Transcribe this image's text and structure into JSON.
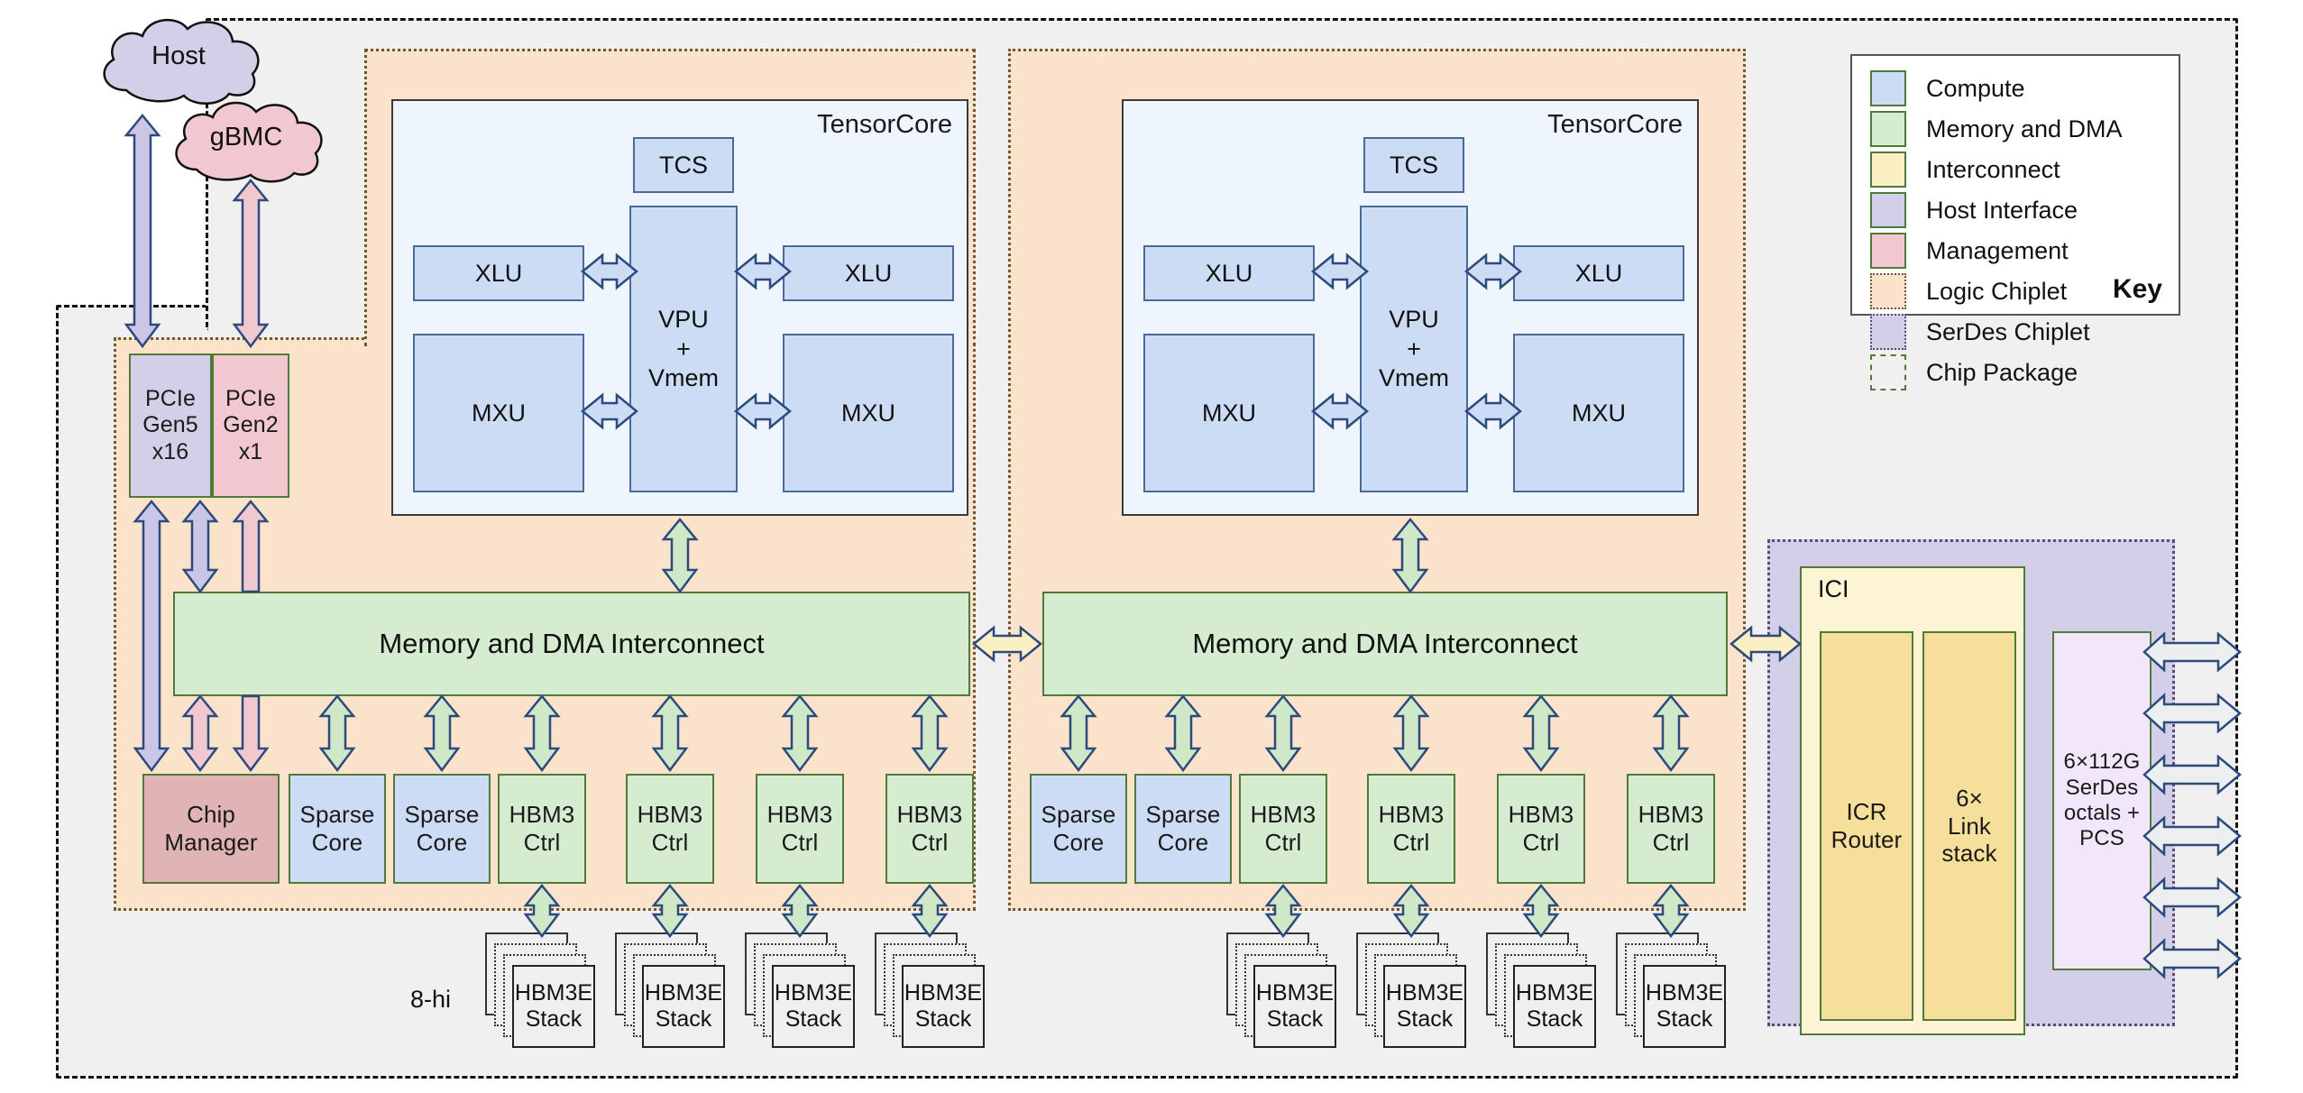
{
  "diagram": {
    "title": "TPU chip package block diagram",
    "external_nodes": [
      {
        "id": "host",
        "label": "Host",
        "color": "#d4cfe8"
      },
      {
        "id": "gbmc",
        "label": "gBMC",
        "color": "#f2c8d0"
      }
    ],
    "host_interface": [
      {
        "id": "pcie5",
        "label": "PCIe\nGen5\nx16",
        "lines": [
          "PCIe",
          "Gen5",
          "x16"
        ],
        "category": "Host Interface"
      },
      {
        "id": "pcie2",
        "label": "PCIe\nGen2\nx1",
        "lines": [
          "PCIe",
          "Gen2",
          "x1"
        ],
        "category": "Management"
      }
    ],
    "tensorcores": [
      {
        "id": "tc0",
        "label": "TensorCore",
        "units": {
          "tcs": "TCS",
          "vpu": [
            "VPU",
            "+",
            "Vmem"
          ],
          "xlu_left": "XLU",
          "xlu_right": "XLU",
          "mxu_left": "MXU",
          "mxu_right": "MXU"
        }
      },
      {
        "id": "tc1",
        "label": "TensorCore",
        "units": {
          "tcs": "TCS",
          "vpu": [
            "VPU",
            "+",
            "Vmem"
          ],
          "xlu_left": "XLU",
          "xlu_right": "XLU",
          "mxu_left": "MXU",
          "mxu_right": "MXU"
        }
      }
    ],
    "interconnect_bars": [
      {
        "id": "mdi0",
        "label": "Memory and DMA Interconnect"
      },
      {
        "id": "mdi1",
        "label": "Memory and DMA Interconnect"
      }
    ],
    "chiplet0_bottom": [
      {
        "id": "chipmgr",
        "lines": [
          "Chip",
          "Manager"
        ],
        "category": "Management"
      },
      {
        "id": "sc0",
        "lines": [
          "Sparse",
          "Core"
        ],
        "category": "Compute"
      },
      {
        "id": "sc1",
        "lines": [
          "Sparse",
          "Core"
        ],
        "category": "Compute"
      },
      {
        "id": "hbmc0",
        "lines": [
          "HBM3",
          "Ctrl"
        ],
        "category": "Memory and DMA"
      },
      {
        "id": "hbmc1",
        "lines": [
          "HBM3",
          "Ctrl"
        ],
        "category": "Memory and DMA"
      },
      {
        "id": "hbmc2",
        "lines": [
          "HBM3",
          "Ctrl"
        ],
        "category": "Memory and DMA"
      },
      {
        "id": "hbmc3",
        "lines": [
          "HBM3",
          "Ctrl"
        ],
        "category": "Memory and DMA"
      }
    ],
    "chiplet1_bottom": [
      {
        "id": "sc2",
        "lines": [
          "Sparse",
          "Core"
        ],
        "category": "Compute"
      },
      {
        "id": "sc3",
        "lines": [
          "Sparse",
          "Core"
        ],
        "category": "Compute"
      },
      {
        "id": "hbmc4",
        "lines": [
          "HBM3",
          "Ctrl"
        ],
        "category": "Memory and DMA"
      },
      {
        "id": "hbmc5",
        "lines": [
          "HBM3",
          "Ctrl"
        ],
        "category": "Memory and DMA"
      },
      {
        "id": "hbmc6",
        "lines": [
          "HBM3",
          "Ctrl"
        ],
        "category": "Memory and DMA"
      },
      {
        "id": "hbmc7",
        "lines": [
          "HBM3",
          "Ctrl"
        ],
        "category": "Memory and DMA"
      }
    ],
    "hbm_stacks": [
      {
        "id": "st0",
        "lines": [
          "HBM3E",
          "Stack"
        ]
      },
      {
        "id": "st1",
        "lines": [
          "HBM3E",
          "Stack"
        ]
      },
      {
        "id": "st2",
        "lines": [
          "HBM3E",
          "Stack"
        ]
      },
      {
        "id": "st3",
        "lines": [
          "HBM3E",
          "Stack"
        ]
      },
      {
        "id": "st4",
        "lines": [
          "HBM3E",
          "Stack"
        ]
      },
      {
        "id": "st5",
        "lines": [
          "HBM3E",
          "Stack"
        ]
      },
      {
        "id": "st6",
        "lines": [
          "HBM3E",
          "Stack"
        ]
      },
      {
        "id": "st7",
        "lines": [
          "HBM3E",
          "Stack"
        ]
      }
    ],
    "stack_height_label": "8-hi",
    "ici": {
      "group_label": "ICI",
      "blocks": [
        {
          "id": "icr",
          "lines": [
            "ICR",
            "Router"
          ]
        },
        {
          "id": "linkstack",
          "lines": [
            "6×",
            "Link",
            "stack"
          ]
        }
      ],
      "serdes": {
        "id": "serdes",
        "lines": [
          "6×112G",
          "SerDes",
          "octals +",
          "PCS"
        ]
      },
      "external_link_count": 6
    },
    "key": {
      "title": "Key",
      "items": [
        {
          "label": "Compute",
          "color": "#ccdcf5",
          "style": "solid"
        },
        {
          "label": "Memory and DMA",
          "color": "#d5ecd0",
          "style": "solid"
        },
        {
          "label": "Interconnect",
          "color": "#fbf0c4",
          "style": "solid"
        },
        {
          "label": "Host Interface",
          "color": "#d4cfe8",
          "style": "solid"
        },
        {
          "label": "Management",
          "color": "#f2c8d0",
          "style": "solid"
        },
        {
          "label": "Logic Chiplet",
          "color": "#fae2cb",
          "style": "dotted"
        },
        {
          "label": "SerDes Chiplet",
          "color": "#d4cfe8",
          "style": "dotted-p"
        },
        {
          "label": "Chip Package",
          "color": "#f0f0f0",
          "style": "dashdot"
        }
      ]
    }
  }
}
